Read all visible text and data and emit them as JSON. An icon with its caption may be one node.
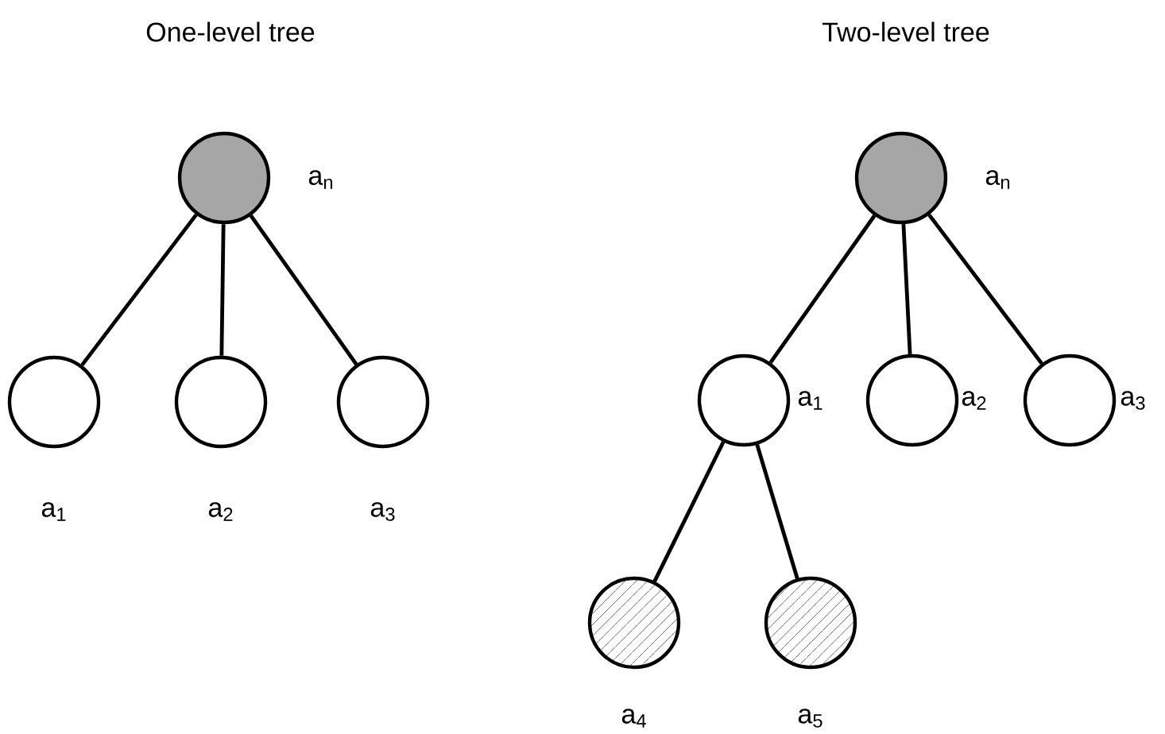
{
  "diagram": {
    "nodes": [
      {
        "text": [],
        "shape": "circle",
        "beside": [
          "a$_{n}$"
        ]
      },
      {
        "text": [],
        "shape": "circle",
        "beside": [
          "a$_{1}$"
        ]
      },
      {
        "text": [],
        "shape": "circle",
        "beside": [
          "a$_{2}$"
        ]
      },
      {
        "text": [],
        "shape": "circle",
        "beside": [
          "a$_{3}$"
        ]
      },
      {
        "text": [],
        "shape": "circle",
        "beside": [
          "a$_{n}$"
        ]
      },
      {
        "text": [],
        "shape": "circle",
        "beside": [
          "a$_{1}$"
        ]
      },
      {
        "text": [],
        "shape": "circle",
        "beside": [
          "a$_{2}$"
        ]
      },
      {
        "text": [],
        "shape": "circle",
        "beside": [
          "a$_{3}$"
        ]
      },
      {
        "text": [],
        "shape": "circle",
        "beside": [
          "a$_{4}$"
        ]
      },
      {
        "text": [],
        "shape": "circle",
        "beside": [
          "a$_{5}$"
        ]
      }
    ],
    "edges": [
      {
        "from": 0,
        "to": 1,
        "arrow": "none"
      },
      {
        "from": 0,
        "to": 2,
        "arrow": "none"
      },
      {
        "from": 0,
        "to": 3,
        "arrow": "none"
      },
      {
        "from": 4,
        "to": 5,
        "arrow": "none"
      },
      {
        "from": 4,
        "to": 6,
        "arrow": "none"
      },
      {
        "from": 4,
        "to": 7,
        "arrow": "none"
      },
      {
        "from": 5,
        "to": 8,
        "arrow": "none"
      },
      {
        "from": 5,
        "to": 9,
        "arrow": "none"
      }
    ],
    "labels": [
      "One-level tree",
      "Two-level tree"
    ]
  }
}
